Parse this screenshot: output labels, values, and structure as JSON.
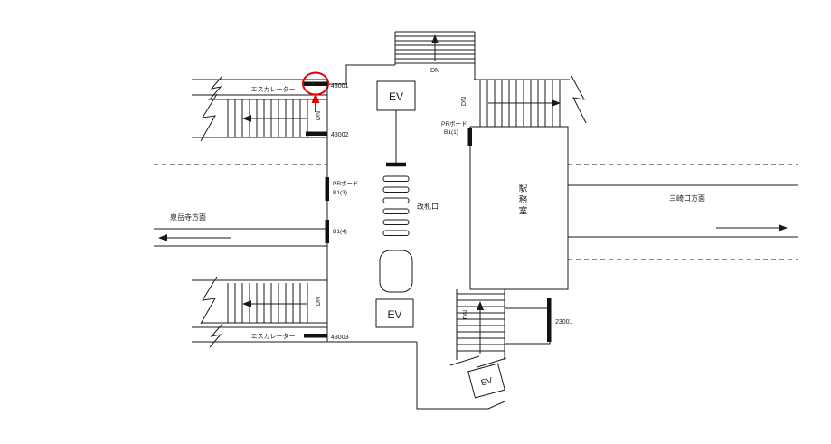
{
  "labels": {
    "escalator": "エスカレーター",
    "down": "DN",
    "elevator": "EV",
    "ticket_gate": "改札口",
    "station_office": "駅務室",
    "pr_board": "PRボード",
    "board_b1_1": "B1(1)",
    "board_b1_3": "B1(3)",
    "board_b1_4": "B1(4)",
    "direction_west": "泉岳寺方面",
    "direction_east": "三崎口方面"
  },
  "positions": {
    "no_43001": "43001",
    "no_43002": "43002",
    "no_43003": "43003",
    "no_23001": "23001"
  },
  "colors": {
    "highlight": "#e60000"
  }
}
